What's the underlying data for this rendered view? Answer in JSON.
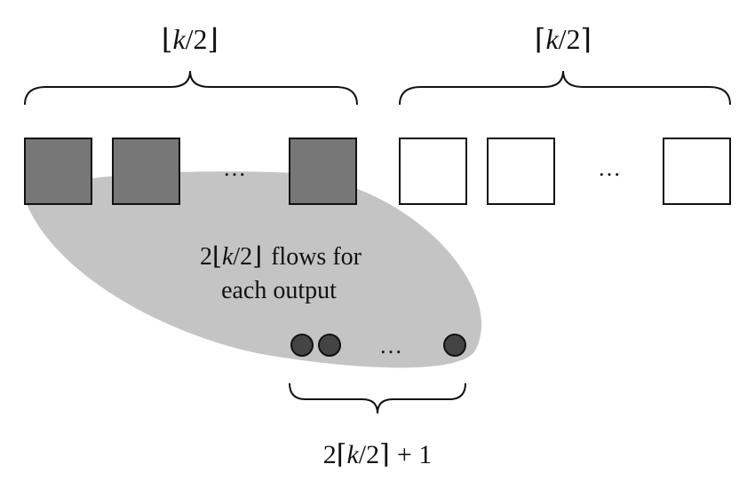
{
  "labels": {
    "left_group": "⌊k/2⌋",
    "right_group": "⌈k/2⌉",
    "flows_line1": "2⌊k/2⌋ flows for",
    "flows_line2": "each output",
    "outputs_count": "2⌈k/2⌉ + 1"
  },
  "label_parts": {
    "left_open": "⌊",
    "left_k": "k",
    "left_rest": "/2",
    "left_close": "⌋",
    "right_open": "⌈",
    "right_k": "k",
    "right_rest": "/2",
    "right_close": "⌉",
    "flows_two": "2",
    "flows_open": "⌊",
    "flows_k": "k",
    "flows_rest": "/2",
    "flows_close": "⌋",
    "flows_tail": "flows for",
    "bottom_two": "2",
    "bottom_open": "⌈",
    "bottom_k": "k",
    "bottom_rest": "/2",
    "bottom_close": "⌉",
    "bottom_tail": "+ 1"
  },
  "ellipsis": {
    "left_group": "…",
    "right_group": "…",
    "outputs": "…"
  },
  "colors": {
    "filled_square": "#777777",
    "empty_square": "#ffffff",
    "region": "#c4c4c4",
    "output_dot": "#444444",
    "stroke": "#111111"
  }
}
